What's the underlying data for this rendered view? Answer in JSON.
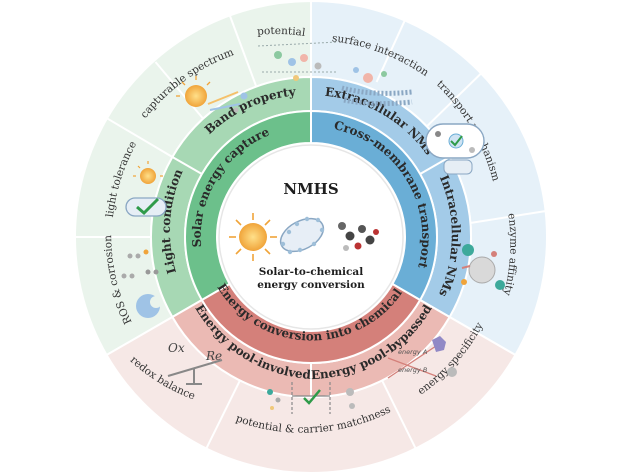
{
  "center": {
    "title": "NMHS",
    "subtitle_line1": "Solar-to-chemical",
    "subtitle_line2": "energy conversion"
  },
  "sectors": [
    {
      "name": "Solar energy capture",
      "color": "#6cc08b",
      "sub": [
        "Band property",
        "Light condition"
      ],
      "outer": [
        "potential",
        "capturable spectrum",
        "light tolerance",
        "ROS & corrosion"
      ]
    },
    {
      "name": "Cross-membrane transport",
      "color": "#6aaed6",
      "sub": [
        "Extracellular NMs",
        "Intracellular NMs"
      ],
      "outer": [
        "surface interaction",
        "transport mechanism",
        "enzyme affinity"
      ]
    },
    {
      "name": "Energy conversion into chemicals",
      "color": "#d4807a",
      "sub": [
        "Energy pool-involved",
        "Energy pool-bypassed"
      ],
      "outer": [
        "redox balance",
        "potential & carrier matchness",
        "energy specificity"
      ]
    }
  ],
  "annotations": {
    "ox": "Ox",
    "re": "Re",
    "energy_a": "energy A",
    "energy_b": "energy B"
  },
  "icons": [
    "sun-icon",
    "cell-icon",
    "check-icon",
    "membrane-icon",
    "enzyme-icon",
    "balance-icon",
    "nanoparticle-icon"
  ]
}
